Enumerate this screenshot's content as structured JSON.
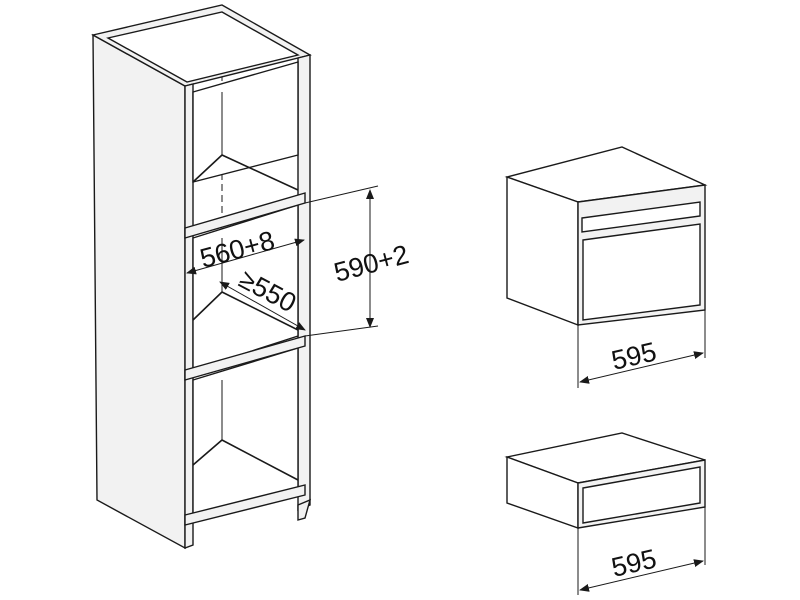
{
  "cabinet": {
    "width_label": "560+8",
    "depth_label": "≥550",
    "height_label": "590+2"
  },
  "oven": {
    "width_label": "595"
  },
  "drawer": {
    "width_label": "595"
  }
}
